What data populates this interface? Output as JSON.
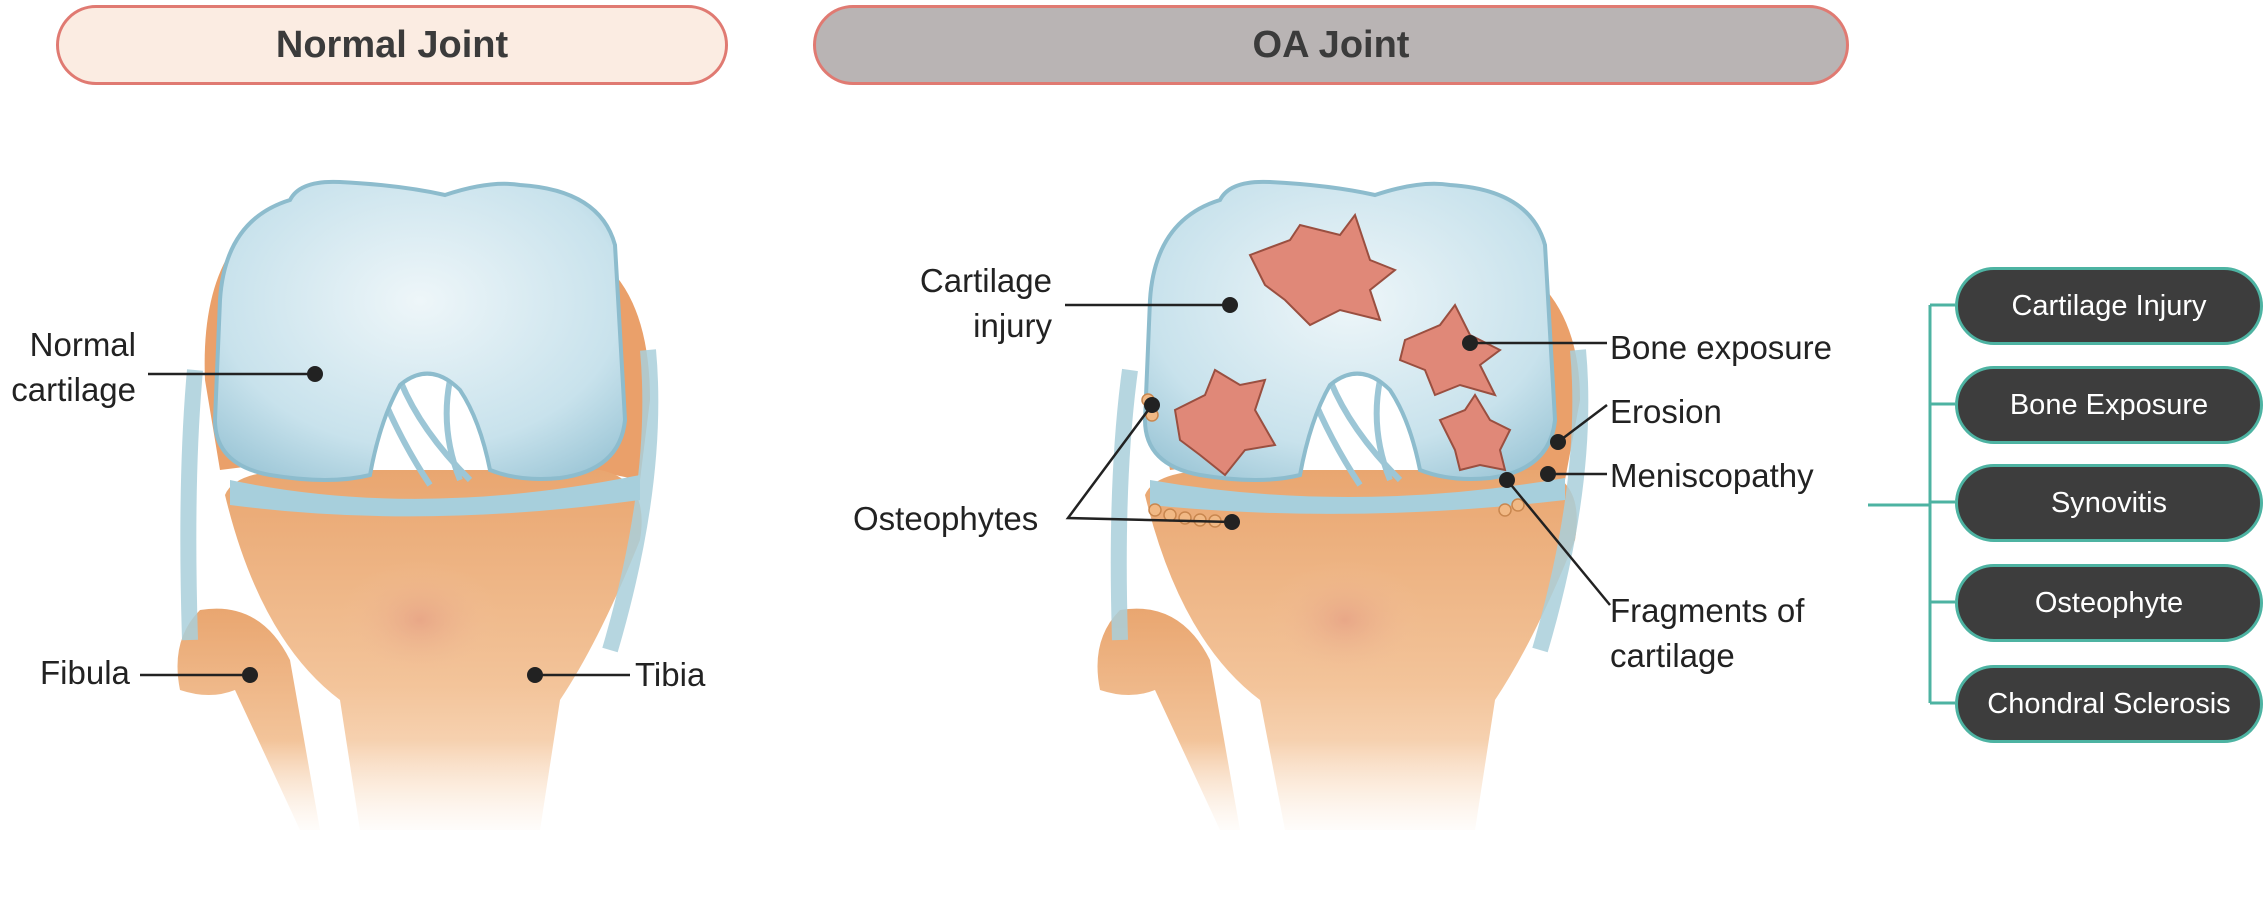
{
  "headers": {
    "normal": "Normal Joint",
    "oa": "OA Joint"
  },
  "normal_labels": {
    "cartilage": [
      "Normal",
      "cartilage"
    ],
    "fibula": "Fibula",
    "tibia": "Tibia"
  },
  "oa_labels": {
    "cartilage_injury": [
      "Cartilage",
      "injury"
    ],
    "osteophytes": "Osteophytes",
    "bone_exposure": "Bone exposure",
    "erosion": "Erosion",
    "meniscopathy": "Meniscopathy",
    "fragments": [
      "Fragments of",
      "cartilage"
    ]
  },
  "categories": [
    "Cartilage Injury",
    "Bone Exposure",
    "Synovitis",
    "Osteophyte",
    "Chondral Sclerosis"
  ],
  "colors": {
    "bone": "#f0b98a",
    "cartilage": "#bcdbe6",
    "lesion": "#e08878",
    "category_fill": "#3d3d3d",
    "category_border": "#4db3a2",
    "header_border": "#e07a72"
  }
}
